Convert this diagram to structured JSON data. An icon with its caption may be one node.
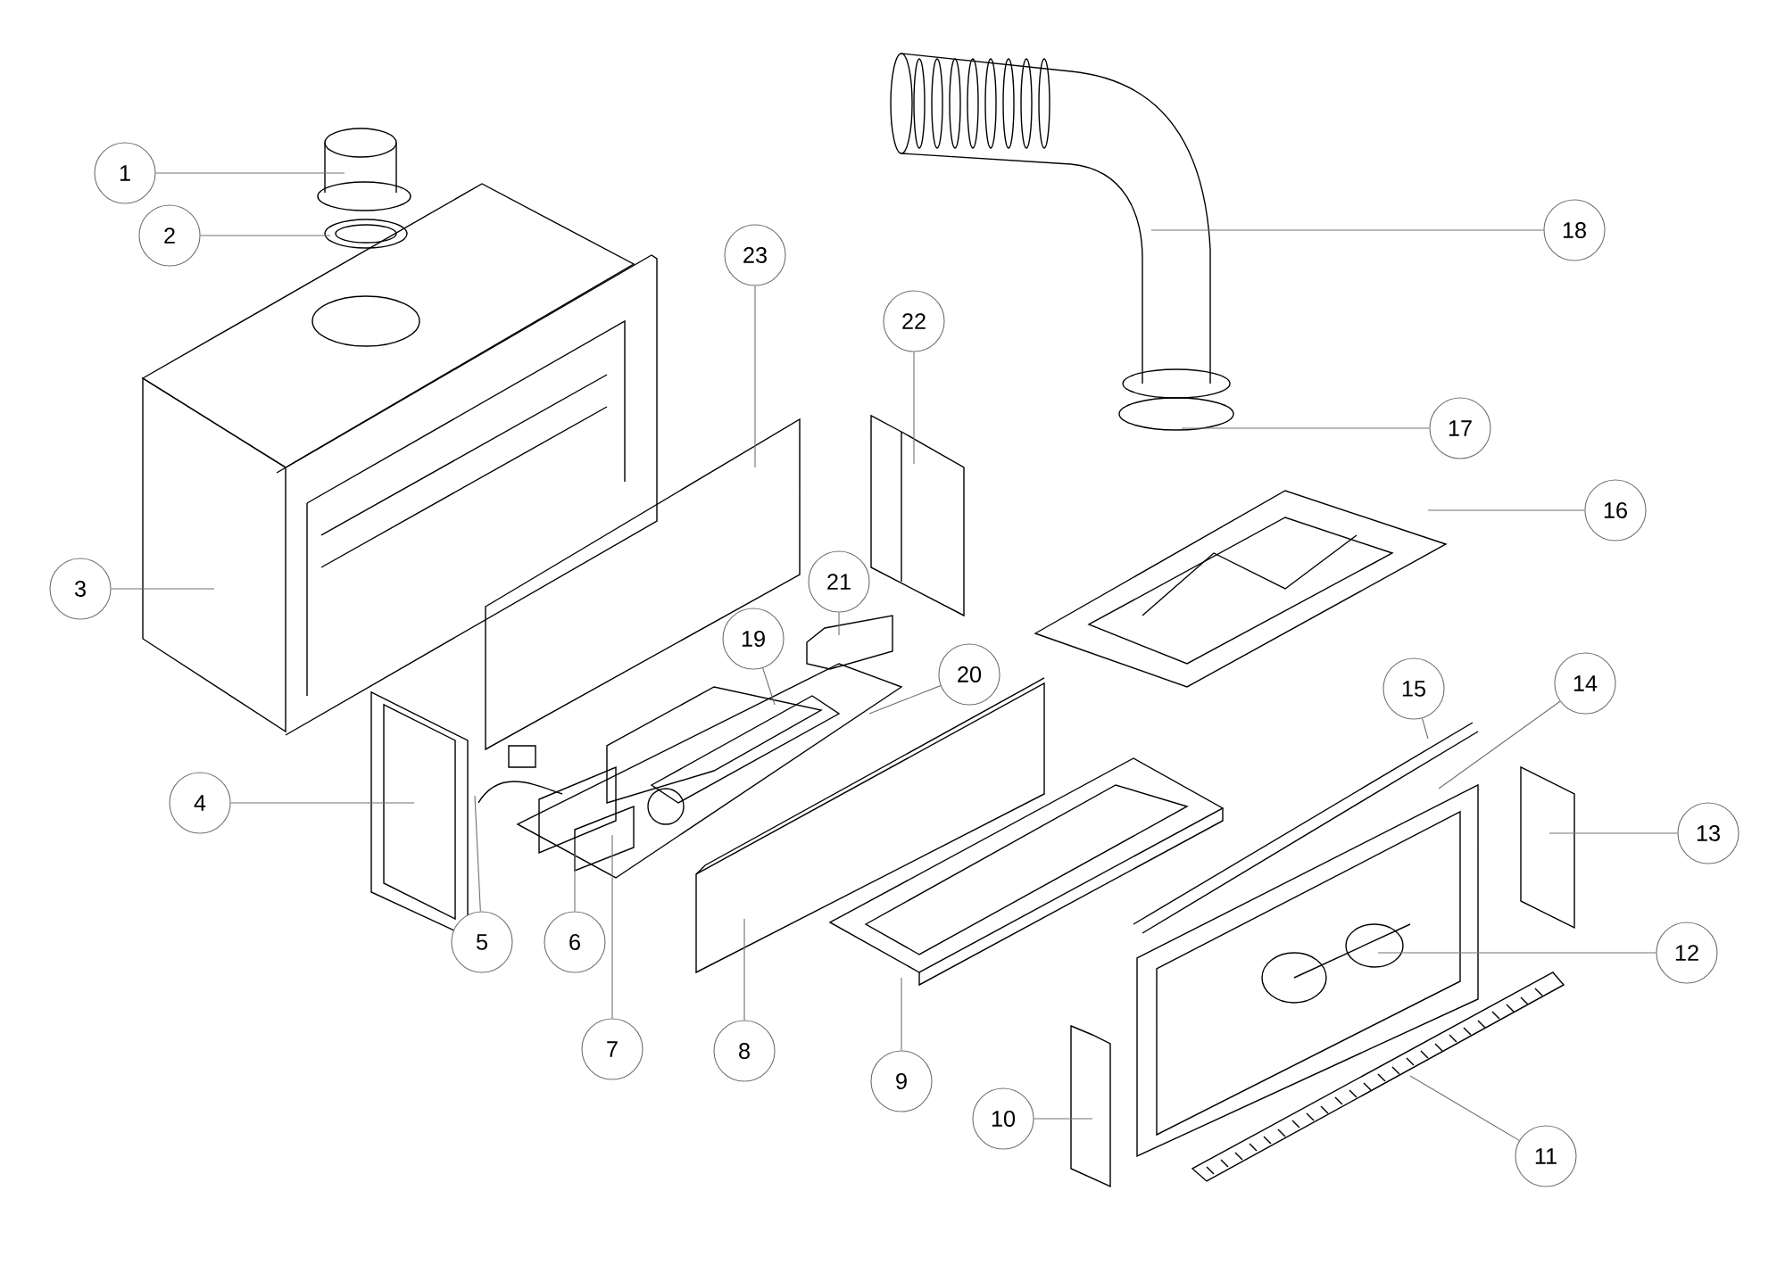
{
  "diagram": {
    "nodes": [
      {
        "text": [
          "1"
        ]
      },
      {
        "text": [
          "2"
        ]
      },
      {
        "text": [
          "3"
        ]
      },
      {
        "text": [
          "4"
        ]
      },
      {
        "text": [
          "5"
        ]
      },
      {
        "text": [
          "6"
        ]
      },
      {
        "text": [
          "7"
        ]
      },
      {
        "text": [
          "8"
        ]
      },
      {
        "text": [
          "9"
        ]
      },
      {
        "text": [
          "10"
        ]
      },
      {
        "text": [
          "11"
        ]
      },
      {
        "text": [
          "12"
        ]
      },
      {
        "text": [
          "13"
        ]
      },
      {
        "text": [
          "14"
        ]
      },
      {
        "text": [
          "15"
        ]
      },
      {
        "text": [
          "16"
        ]
      },
      {
        "text": [
          "17"
        ]
      },
      {
        "text": [
          "18"
        ]
      },
      {
        "text": [
          "19"
        ]
      },
      {
        "text": [
          "20"
        ]
      },
      {
        "text": [
          "21"
        ]
      },
      {
        "text": [
          "22"
        ]
      },
      {
        "text": [
          "23"
        ]
      }
    ],
    "edges": [
      {
        "from": 0,
        "to": null,
        "arrow": "none"
      },
      {
        "from": 1,
        "to": null,
        "arrow": "none"
      },
      {
        "from": 2,
        "to": null,
        "arrow": "none"
      },
      {
        "from": 3,
        "to": null,
        "arrow": "none"
      },
      {
        "from": 4,
        "to": null,
        "arrow": "none"
      },
      {
        "from": 5,
        "to": null,
        "arrow": "none"
      },
      {
        "from": 6,
        "to": null,
        "arrow": "none"
      },
      {
        "from": 7,
        "to": null,
        "arrow": "none"
      },
      {
        "from": 8,
        "to": null,
        "arrow": "none"
      },
      {
        "from": 9,
        "to": null,
        "arrow": "none"
      },
      {
        "from": 10,
        "to": null,
        "arrow": "none"
      },
      {
        "from": 11,
        "to": null,
        "arrow": "none"
      },
      {
        "from": 12,
        "to": null,
        "arrow": "none"
      },
      {
        "from": 13,
        "to": null,
        "arrow": "none"
      },
      {
        "from": 14,
        "to": null,
        "arrow": "none"
      },
      {
        "from": 15,
        "to": null,
        "arrow": "none"
      },
      {
        "from": 16,
        "to": null,
        "arrow": "none"
      },
      {
        "from": 17,
        "to": null,
        "arrow": "none"
      },
      {
        "from": 18,
        "to": null,
        "arrow": "none"
      },
      {
        "from": 19,
        "to": null,
        "arrow": "none"
      },
      {
        "from": 20,
        "to": null,
        "arrow": "none"
      },
      {
        "from": 21,
        "to": null,
        "arrow": "none"
      },
      {
        "from": 22,
        "to": null,
        "arrow": "none"
      }
    ]
  }
}
